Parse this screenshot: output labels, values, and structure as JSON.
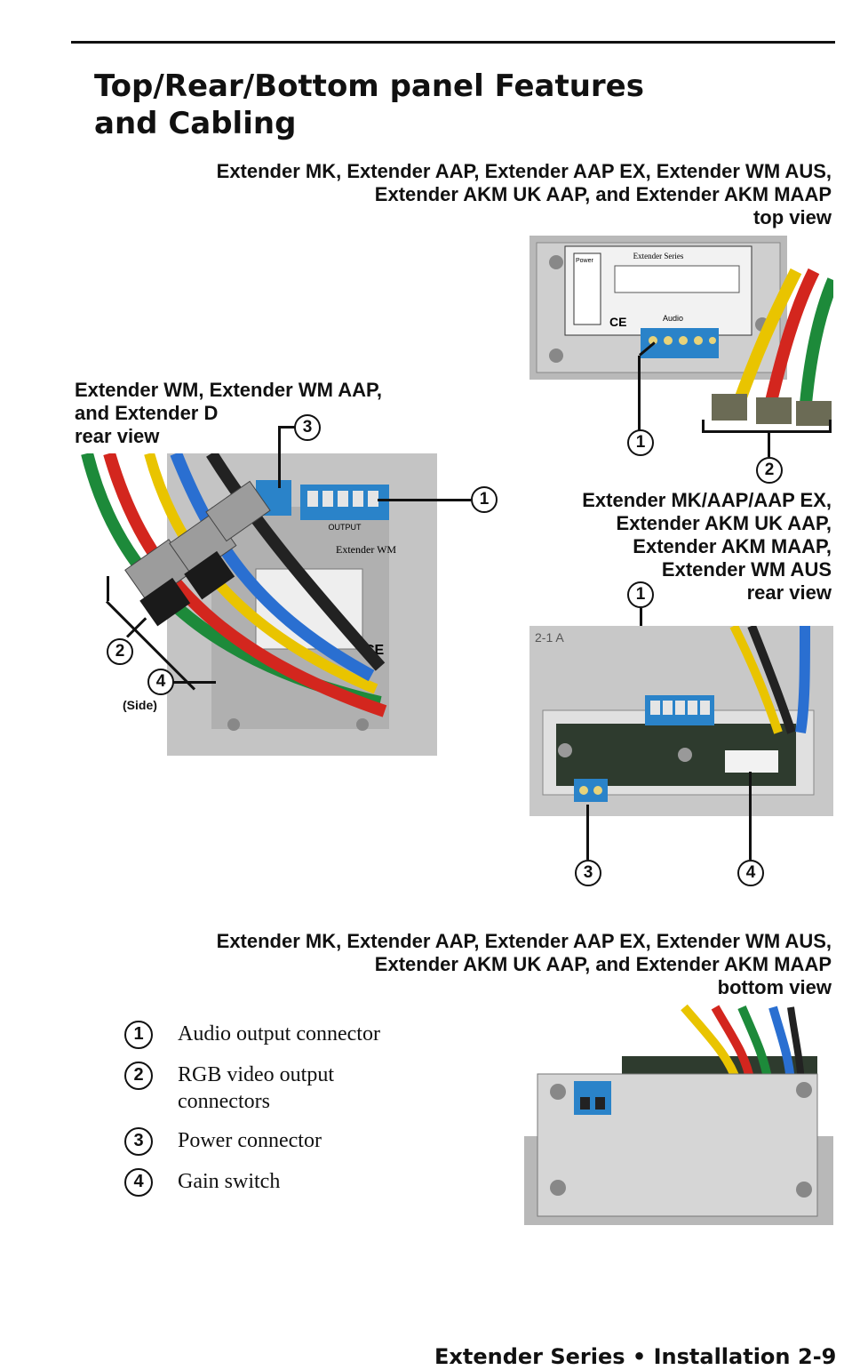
{
  "page": {
    "title_line1": "Top/Rear/Bottom panel Features",
    "title_line2": "and Cabling"
  },
  "top_caption": {
    "line1": "Extender MK, Extender AAP, Extender AAP EX, Extender WM AUS,",
    "line2": "Extender AKM UK AAP, and Extender AKM MAAP",
    "line3": "top view"
  },
  "rear_left_caption": {
    "line1": "Extender WM, Extender WM AAP,",
    "line2": "and Extender D",
    "line3": "rear view"
  },
  "rear_right_caption": {
    "line1": "Extender MK/AAP/AAP EX,",
    "line2": "Extender AKM UK AAP,",
    "line3": "Extender AKM MAAP,",
    "line4": "Extender WM AUS",
    "line5": "rear view"
  },
  "bottom_caption": {
    "line1": "Extender MK, Extender AAP, Extender AAP EX, Extender WM AUS,",
    "line2": "Extender AKM UK AAP, and Extender AKM MAAP",
    "line3": "bottom view"
  },
  "photo_text": {
    "top_label_series": "Extender Series",
    "top_label_power": "Power",
    "top_label_audio": "Audio",
    "top_label_ce": "CE",
    "rear_left_model": "Extender WM",
    "rear_left_ce": "CE",
    "rear_left_output": "OUTPUT",
    "rear_right_tag": "2-1 A"
  },
  "callouts": {
    "n1": "1",
    "n2": "2",
    "n3": "3",
    "n4": "4"
  },
  "side_label": "(Side)",
  "legend": [
    {
      "num": "1",
      "text": "Audio output connector"
    },
    {
      "num": "2",
      "text": "RGB video output connectors"
    },
    {
      "num": "3",
      "text": "Power connector"
    },
    {
      "num": "4",
      "text": "Gain switch"
    }
  ],
  "footer": {
    "series": "Extender Series • Installation",
    "page_number": "2-9"
  }
}
